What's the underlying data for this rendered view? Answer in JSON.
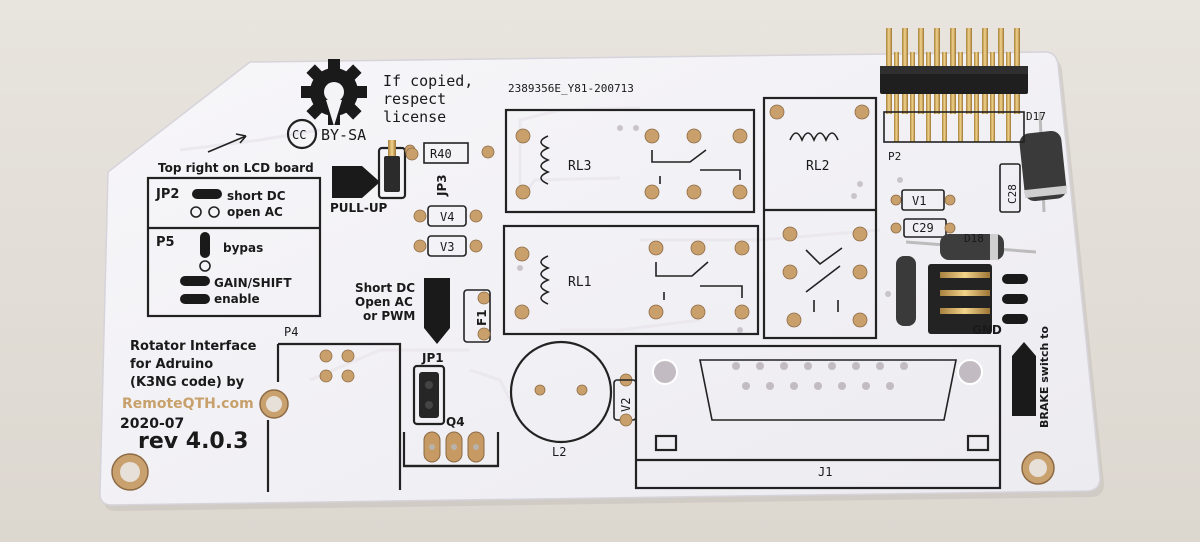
{
  "board": {
    "license": {
      "line1": "If copied,",
      "line2": "respect",
      "line3": "license",
      "cc": "CC",
      "by_sa": "BY-SA"
    },
    "order_code": "2389356E_Y81-200713",
    "lcd_note": "Top right on LCD board",
    "jumper_box": {
      "jp2": "JP2",
      "short_dc": "short DC",
      "open_ac": "open AC",
      "p5": "P5",
      "bypas": "bypas",
      "gain_shift": "GAIN/SHIFT",
      "enable": "enable"
    },
    "pull_up": "PULL-UP",
    "short_dc_block": {
      "line1": "Short DC",
      "line2": "Open AC",
      "line3": "or PWM"
    },
    "title_block": {
      "line1": "Rotator Interface",
      "line2": "for Adruino",
      "line3": "(K3NG code) by",
      "url": "RemoteQTH.com",
      "date": "2020-07",
      "rev": "rev 4.0.3"
    },
    "refs": {
      "r40": "R40",
      "jp3": "JP3",
      "v4": "V4",
      "v3": "V3",
      "f1": "F1",
      "jp1": "JP1",
      "q4": "Q4",
      "p4": "P4",
      "l2": "L2",
      "v2": "V2",
      "rl3": "RL3",
      "rl1": "RL1",
      "rl2": "RL2",
      "v1": "V1",
      "c29": "C29",
      "c28": "C28",
      "d17": "D17",
      "d18": "D18",
      "p2": "P2",
      "gnd": "GND",
      "j1": "J1",
      "brake": "BRAKE switch to"
    }
  }
}
